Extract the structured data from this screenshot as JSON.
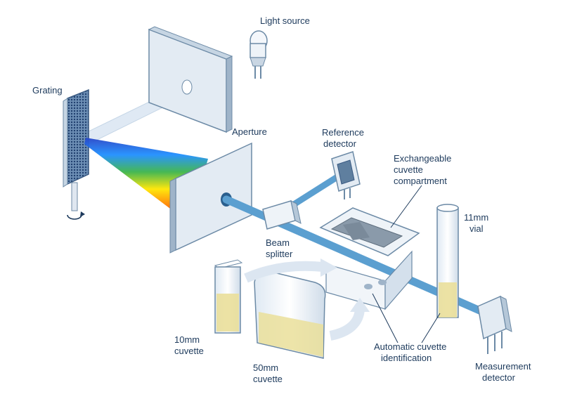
{
  "labels": {
    "light_source": "Light source",
    "grating": "Grating",
    "aperture": "Aperture",
    "reference_detector": [
      "Reference",
      "detector"
    ],
    "exchangeable_compartment": [
      "Exchangeable",
      "cuvette",
      "compartment"
    ],
    "vial_11mm": [
      "11mm",
      "vial"
    ],
    "beam_splitter": [
      "Beam",
      "splitter"
    ],
    "cuvette_10mm": [
      "10mm",
      "cuvette"
    ],
    "cuvette_50mm": [
      "50mm",
      "cuvette"
    ],
    "auto_identification": [
      "Automatic cuvette",
      "identification"
    ],
    "measurement_detector": [
      "Measurement",
      "detector"
    ]
  },
  "colors": {
    "beam": "#5b9fd0",
    "panel": "#e3ebf3",
    "panel_edge": "#6c8aa6",
    "liquid": "#eadf9a",
    "label": "#1d3a5c"
  },
  "spectrum": [
    "#e4002b",
    "#ff7a00",
    "#ffe600",
    "#3cb44b",
    "#1f8fff",
    "#2846c8"
  ]
}
